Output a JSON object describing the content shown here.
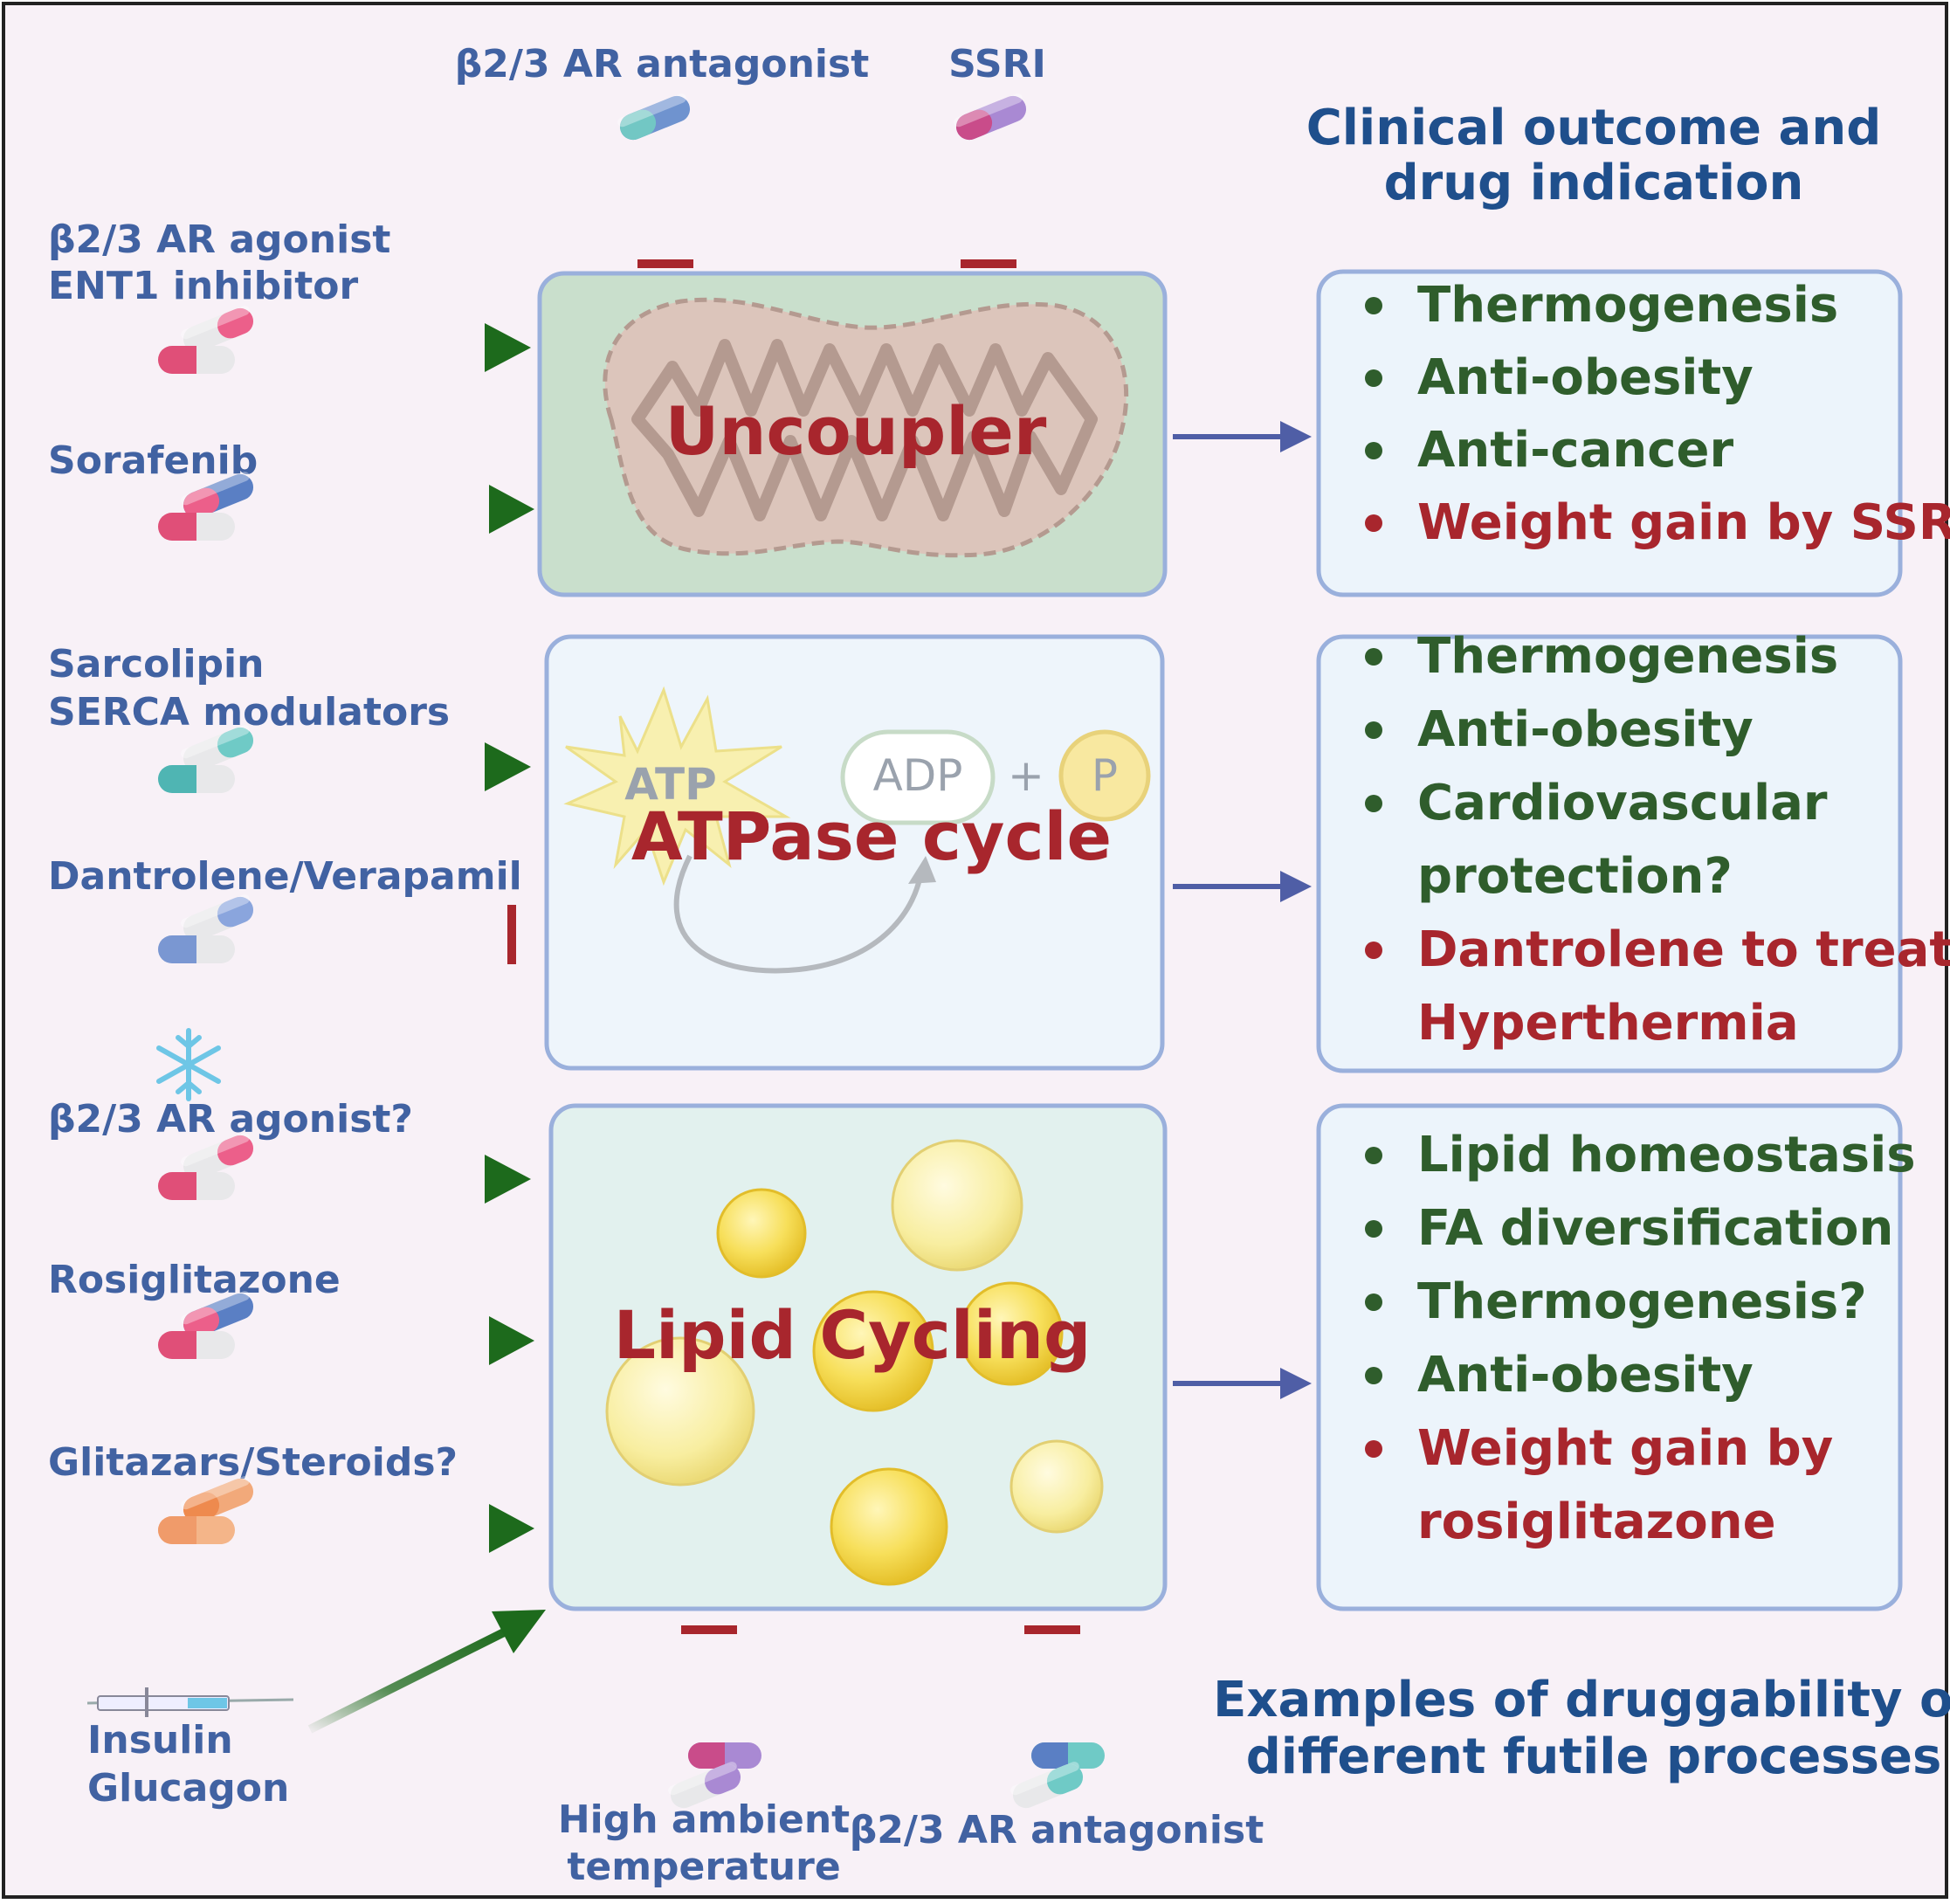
{
  "top_labels": {
    "antagonist": "β2/3 AR antagonist",
    "ssri": "SSRI"
  },
  "header": {
    "line1": "Clinical outcome and",
    "line2": "drug indication"
  },
  "footer": {
    "line1": "Examples of druggability of",
    "line2": "different futile processes"
  },
  "processes": {
    "uncoupler": "Uncoupler",
    "atpase": "ATPase cycle",
    "atp": "ATP",
    "adp": "ADP",
    "plus": "+",
    "p": "P",
    "lipid": "Lipid Cycling"
  },
  "left_labels": {
    "agonist_line1": "β2/3 AR agonist",
    "agonist_line2": "ENT1 inhibitor",
    "sorafenib": "Sorafenib",
    "sarcolipin_line1": "Sarcolipin",
    "sarcolipin_line2": "SERCA modulators",
    "dantrolene": "Dantrolene/Verapamil",
    "agonist_q": "β2/3 AR agonist?",
    "rosiglitazone": "Rosiglitazone",
    "glitazars": "Glitazars/Steroids?",
    "insulin": "Insulin",
    "glucagon": "Glucagon"
  },
  "bottom_labels": {
    "high_line1": "High ambient",
    "high_line2": "temperature",
    "antagonist2": "β2/3 AR antagonist"
  },
  "outcomes": {
    "uncoupler": [
      {
        "text": "Thermogenesis",
        "color": "green"
      },
      {
        "text": "Anti-obesity",
        "color": "green"
      },
      {
        "text": "Anti-cancer",
        "color": "green"
      },
      {
        "text": "Weight gain by SSRI",
        "color": "red"
      }
    ],
    "atpase": [
      {
        "text": "Thermogenesis",
        "color": "green"
      },
      {
        "text": "Anti-obesity",
        "color": "green"
      },
      {
        "text": "Cardiovascular",
        "color": "green"
      },
      {
        "text": "protection?",
        "color": "green"
      },
      {
        "text": "Dantrolene to treat",
        "color": "red"
      },
      {
        "text": "Hyperthermia",
        "color": "red"
      }
    ],
    "lipid": [
      {
        "text": "Lipid homeostasis",
        "color": "green"
      },
      {
        "text": "FA diversification",
        "color": "green"
      },
      {
        "text": "Thermogenesis?",
        "color": "green"
      },
      {
        "text": "Anti-obesity",
        "color": "green"
      },
      {
        "text": "Weight gain by",
        "color": "red"
      },
      {
        "text": "rosiglitazone",
        "color": "red"
      }
    ]
  },
  "colors": {
    "background": "#f8f1f7",
    "activation": "#1d6a1c",
    "inhibition": "#a8262d",
    "outcome_arrow": "#4f5ea6",
    "box_border": "#9ab0dc"
  }
}
